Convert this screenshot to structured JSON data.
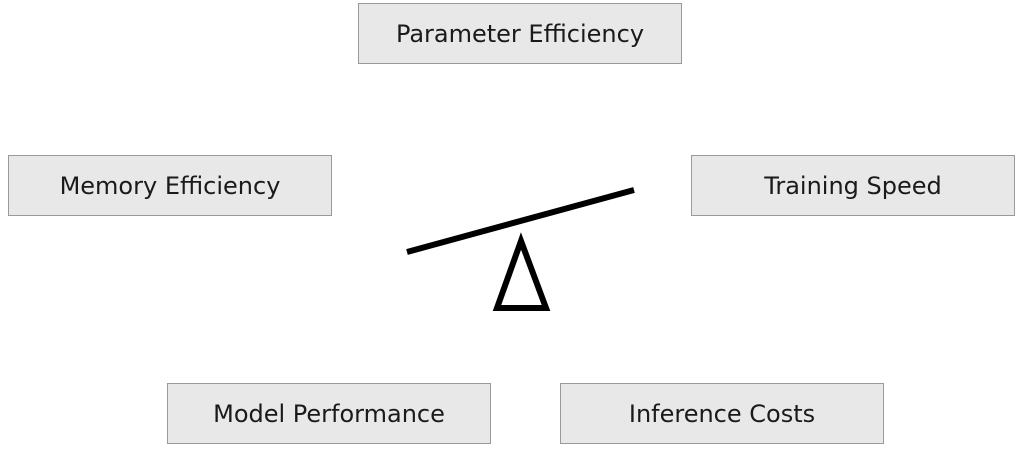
{
  "boxes": {
    "parameter_efficiency": "Parameter Efficiency",
    "memory_efficiency": "Memory Efficiency",
    "training_speed": "Training Speed",
    "model_performance": "Model Performance",
    "inference_costs": "Inference Costs"
  },
  "colors": {
    "box_fill": "#e8e8e8",
    "box_border": "#9a9a9a",
    "stroke": "#000000"
  }
}
